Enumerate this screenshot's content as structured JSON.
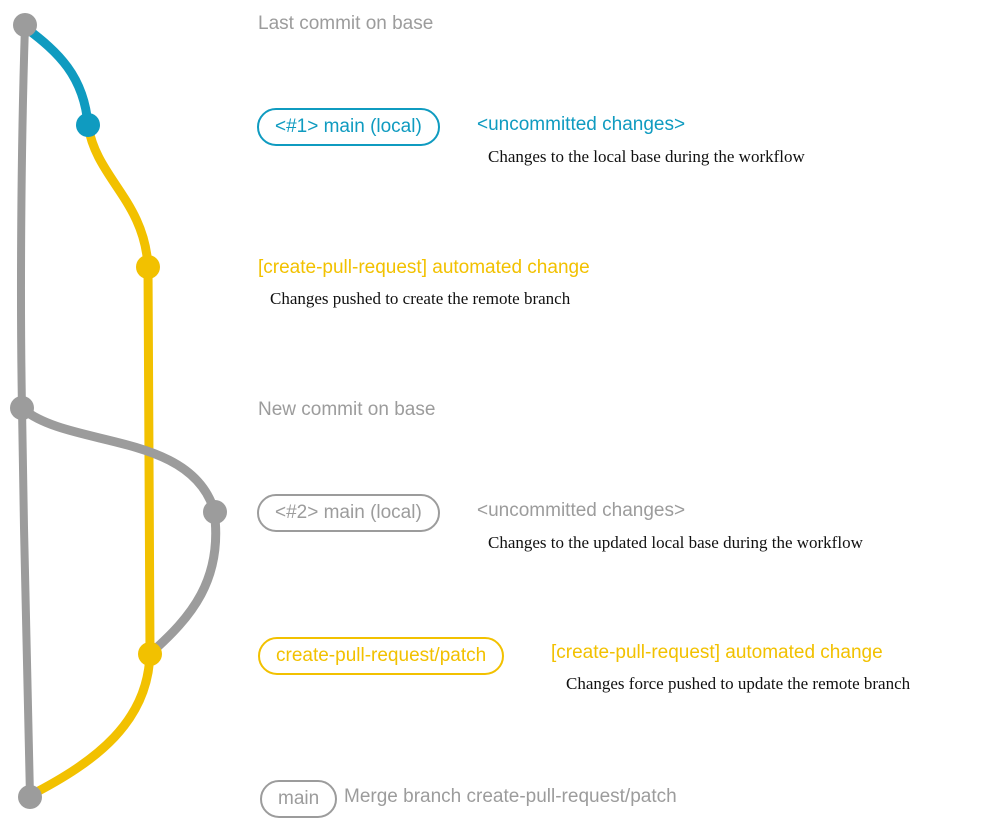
{
  "colors": {
    "gray": "#9c9c9c",
    "teal": "#0f9bc0",
    "yellow": "#f2c100",
    "desc_text": "#111111"
  },
  "top_label": "Last commit on base",
  "section1": {
    "badge": "<#1> main (local)",
    "status": "<uncommitted changes>",
    "description": "Changes to the local base during the workflow"
  },
  "section2": {
    "title": "[create-pull-request] automated change",
    "description": "Changes pushed to create the remote branch"
  },
  "mid_label": "New commit on base",
  "section3": {
    "badge": "<#2> main (local)",
    "status": "<uncommitted changes>",
    "description": "Changes to the updated local base during the workflow"
  },
  "section4": {
    "badge": "create-pull-request/patch",
    "title": "[create-pull-request] automated change",
    "description": "Changes force pushed to update the remote branch"
  },
  "bottom": {
    "badge": "main",
    "message": "Merge branch create-pull-request/patch"
  }
}
